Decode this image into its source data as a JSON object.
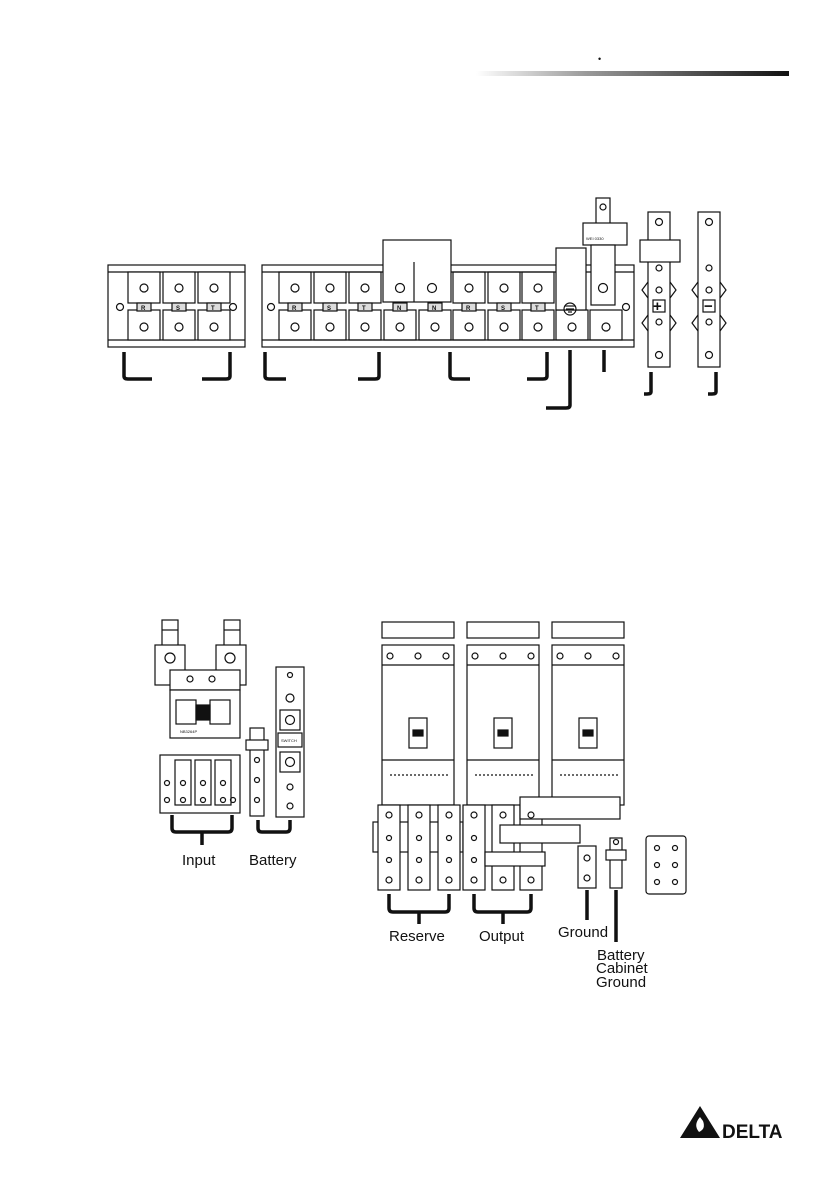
{
  "header": {
    "bullet": "•"
  },
  "terminal_strip_a": {
    "letters": [
      "R",
      "S",
      "T"
    ]
  },
  "terminal_strip_b": {
    "letters": [
      "R",
      "S",
      "T",
      "N",
      "N",
      "R",
      "S",
      "T"
    ]
  },
  "battery_bars": {
    "plus": "+",
    "minus": "−"
  },
  "bottom_left": {
    "input_label": "Input",
    "battery_label": "Battery"
  },
  "bottom_right": {
    "reserve_label": "Reserve",
    "output_label": "Output",
    "ground_label": "Ground",
    "battery_cabinet_ground_lines": [
      "Battery",
      "Cabinet",
      "Ground"
    ]
  },
  "logo": {
    "text": "DELTA"
  },
  "colors": {
    "line": "#111111",
    "fill": "#ffffff",
    "rule_dark": "#111111"
  }
}
